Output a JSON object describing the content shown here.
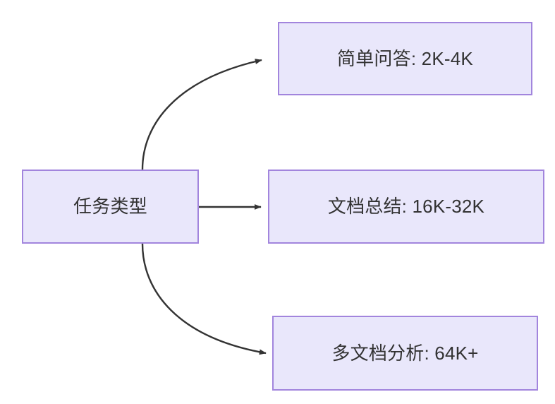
{
  "diagram": {
    "type": "flowchart",
    "direction": "left-to-right",
    "background_color": "#ffffff",
    "node_fill_color": "#e9e7fb",
    "node_border_color": "#a285dd",
    "node_text_color": "#333333",
    "edge_color": "#333333",
    "nodes": [
      {
        "id": "source",
        "label": "任务类型",
        "role": "root"
      },
      {
        "id": "simple-qa",
        "label": "简单问答: 2K-4K",
        "role": "leaf"
      },
      {
        "id": "doc-summary",
        "label": "文档总结: 16K-32K",
        "role": "leaf"
      },
      {
        "id": "multi-doc",
        "label": "多文档分析: 64K+",
        "role": "leaf"
      }
    ],
    "edges": [
      {
        "id": "edge-source-simple-qa",
        "from": "source",
        "to": "simple-qa",
        "label": "",
        "style": "curved-arrow"
      },
      {
        "id": "edge-source-doc-summary",
        "from": "source",
        "to": "doc-summary",
        "label": "",
        "style": "straight-arrow"
      },
      {
        "id": "edge-source-multi-doc",
        "from": "source",
        "to": "multi-doc",
        "label": "",
        "style": "curved-arrow"
      }
    ]
  }
}
